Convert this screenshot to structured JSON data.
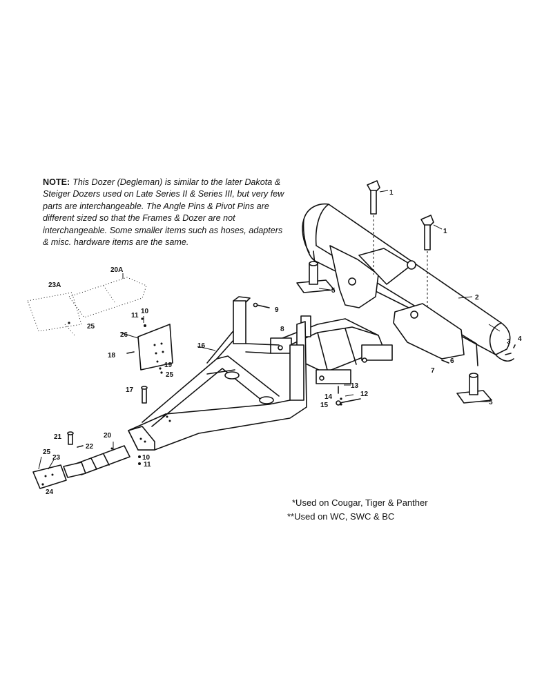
{
  "note": {
    "label": "NOTE:",
    "text": "This Dozer (Degleman) is similar to the later Dakota & Steiger Dozers used on Late Series II & Series III, but very few parts are interchangeable. The Angle Pins & Pivot Pins are different sized so that the Frames & Dozer are not interchangeable. Some smaller items such as hoses, adapters & misc. hardware items are the same."
  },
  "footnotes": [
    "*Used on Cougar, Tiger & Panther",
    "**Used on WC, SWC & BC"
  ],
  "callouts": [
    "1",
    "1",
    "2",
    "3",
    "4",
    "5",
    "5",
    "6",
    "7",
    "8",
    "9",
    "10",
    "10",
    "11",
    "11",
    "12",
    "13",
    "14",
    "15",
    "16",
    "17",
    "18",
    "19",
    "20",
    "20A",
    "21",
    "22",
    "23",
    "23A",
    "24",
    "25",
    "25",
    "25",
    "26"
  ]
}
